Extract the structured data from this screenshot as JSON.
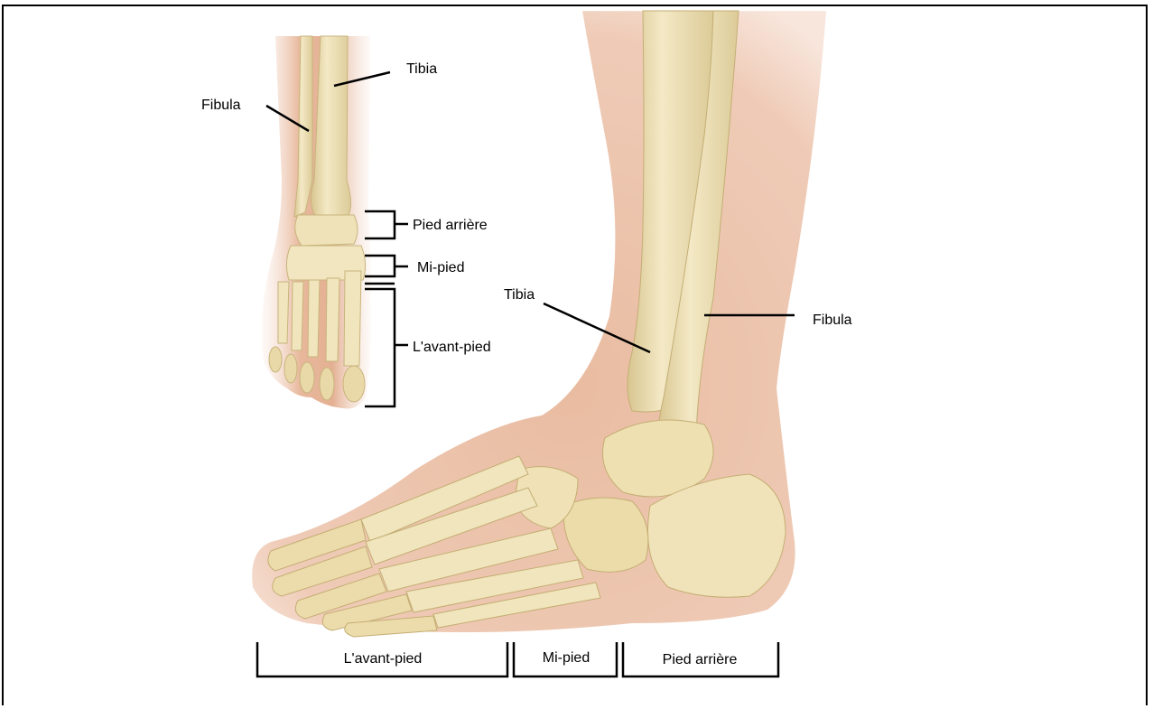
{
  "top_view": {
    "labels": {
      "tibia": "Tibia",
      "fibula": "Fibula",
      "hindfoot": "Pied arrière",
      "midfoot": "Mi-pied",
      "forefoot": "L'avant-pied"
    }
  },
  "side_view": {
    "labels": {
      "tibia": "Tibia",
      "fibula": "Fibula"
    },
    "regions": {
      "forefoot": "L'avant-pied",
      "midfoot": "Mi-pied",
      "hindfoot": "Pied arrière"
    }
  },
  "colors": {
    "bone": "#f1e5bd",
    "bone_shadow": "#d7c58f",
    "skin": "#e8b89c",
    "skin_light": "#f6ddd0",
    "line": "#000000"
  }
}
